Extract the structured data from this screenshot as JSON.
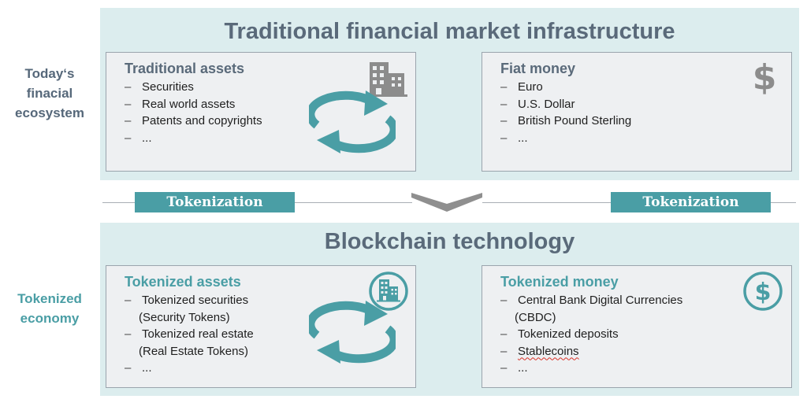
{
  "side_labels": {
    "today": [
      "Today‘s",
      "finacial",
      "ecosystem"
    ],
    "tokenized": [
      "Tokenized",
      "economy"
    ]
  },
  "top_band": {
    "title": "Traditional financial market infrastructure",
    "left_box": {
      "title": "Traditional assets",
      "icon": "building-icon",
      "items": [
        "Securities",
        "Real world assets",
        "Patents and copyrights",
        "..."
      ]
    },
    "right_box": {
      "title": "Fiat money",
      "icon": "dollar-icon",
      "items": [
        "Euro",
        "U.S. Dollar",
        "British Pound Sterling",
        "..."
      ]
    }
  },
  "divider": {
    "left_badge": "Tokenization",
    "right_badge": "Tokenization"
  },
  "bottom_band": {
    "title": "Blockchain technology",
    "left_box": {
      "title": "Tokenized assets",
      "icon": "building-circle-icon",
      "items": [
        {
          "text": "Tokenized securities",
          "cont": "(Security  Tokens)"
        },
        {
          "text": "Tokenized real estate",
          "cont": "(Real Estate Tokens)"
        },
        {
          "text": "..."
        }
      ]
    },
    "right_box": {
      "title": "Tokenized money",
      "icon": "dollar-circle-icon",
      "items": [
        {
          "text": "Central Bank Digital Currencies",
          "cont": "(CBDC)"
        },
        {
          "text": "Tokenized deposits"
        },
        {
          "text": "Stablecoins"
        },
        {
          "text": "..."
        }
      ]
    }
  },
  "colors": {
    "band_bg": "#dcedee",
    "teal": "#4a9ea5",
    "slate": "#5a6a7a",
    "box_bg": "#eef0f2",
    "cycle_arrow": "#4a9ea5",
    "icon_gray": "#8c8c8c"
  }
}
